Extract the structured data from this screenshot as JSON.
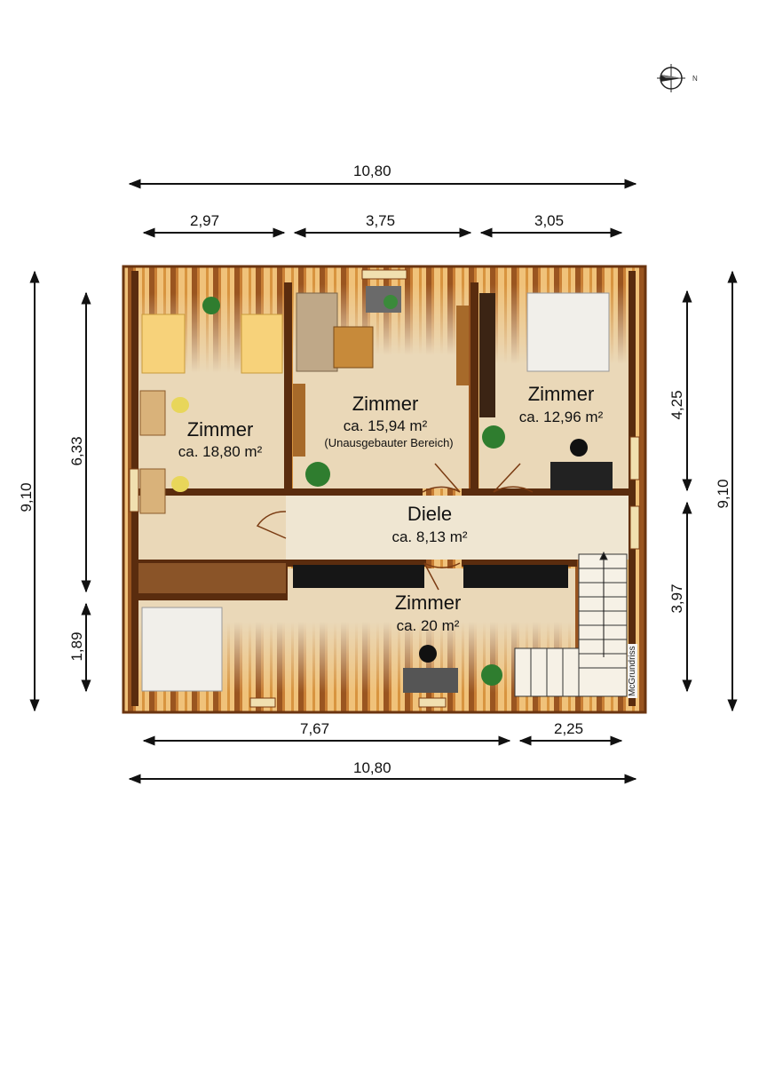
{
  "compass": {
    "icon": "compass-icon",
    "label": "N"
  },
  "dimensions": {
    "top_total": "10,80",
    "top_segments": [
      "2,97",
      "3,75",
      "3,05"
    ],
    "bottom_segments": [
      "7,67",
      "2,25"
    ],
    "bottom_total": "10,80",
    "left_outer": "9,10",
    "left_inner": [
      "6,33",
      "1,89"
    ],
    "right_inner": [
      "4,25",
      "3,97"
    ],
    "right_outer": "9,10"
  },
  "rooms": [
    {
      "name": "Zimmer",
      "area": "ca. 18,80 m²",
      "note": ""
    },
    {
      "name": "Zimmer",
      "area": "ca. 15,94 m²",
      "note": "(Unausgebauter Bereich)"
    },
    {
      "name": "Zimmer",
      "area": "ca. 12,96 m²",
      "note": ""
    },
    {
      "name": "Diele",
      "area": "ca. 8,13 m²",
      "note": ""
    },
    {
      "name": "Zimmer",
      "area": "ca. 20 m²",
      "note": ""
    }
  ],
  "brand": "McGrundriss",
  "colors": {
    "wall": "#5a2c0e",
    "floor": "#ead8b8",
    "beam_light": "#e8b35e",
    "beam_dark": "#8a4a1a",
    "hall": "#efe6d2"
  }
}
